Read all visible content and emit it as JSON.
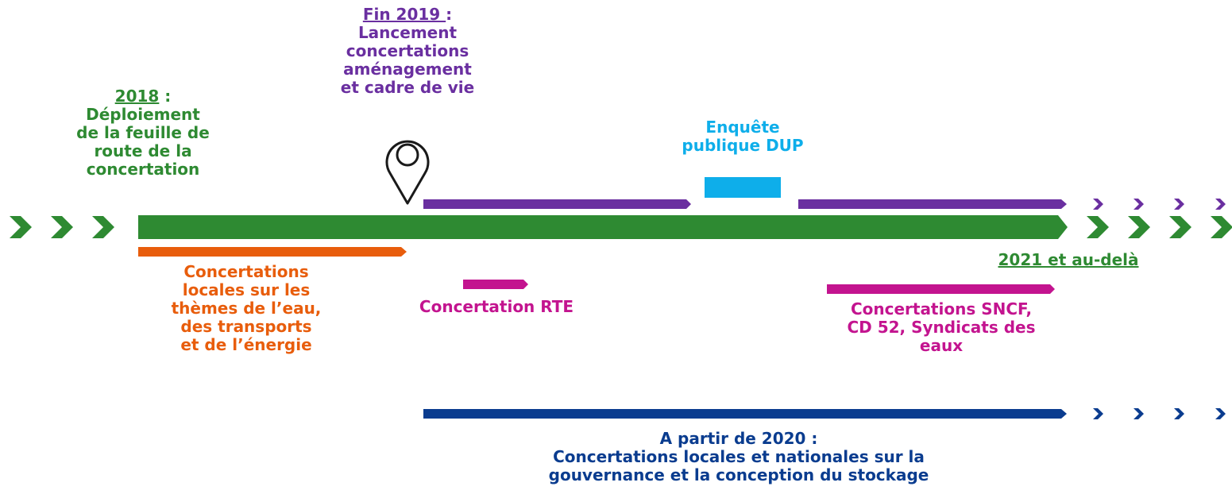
{
  "colors": {
    "green": "#2e8a32",
    "purple": "#6a2fa0",
    "orange": "#e85d0c",
    "magenta": "#c3148f",
    "cyan": "#0eaeea",
    "navy": "#0a3c8f"
  },
  "milestone_2018": {
    "year": "2018",
    "sep": " :",
    "lines": [
      "Déploiement",
      "de la feuille de",
      "route de la",
      "concertation"
    ]
  },
  "milestone_2019": {
    "year": "Fin 2019 ",
    "sep": ":",
    "lines": [
      "Lancement",
      "concertations",
      "aménagement",
      "et cadre de vie"
    ],
    "icon": "location-pin-icon"
  },
  "enquete": {
    "lines": [
      "Enquête",
      "publique DUP"
    ]
  },
  "end_label": "2021 et au-delà",
  "orange_label": {
    "lines": [
      "Concertations",
      "locales sur les",
      "thèmes de l’eau,",
      "des transports",
      "et de l’énergie"
    ]
  },
  "rte_label": "Concertation RTE",
  "sncf_label": {
    "lines": [
      "Concertations SNCF,",
      "CD 52, Syndicats des",
      "eaux"
    ]
  },
  "navy_label": {
    "lines": [
      "A partir de 2020 :",
      "Concertations locales et nationales sur la",
      "gouvernance et la conception du stockage"
    ]
  }
}
